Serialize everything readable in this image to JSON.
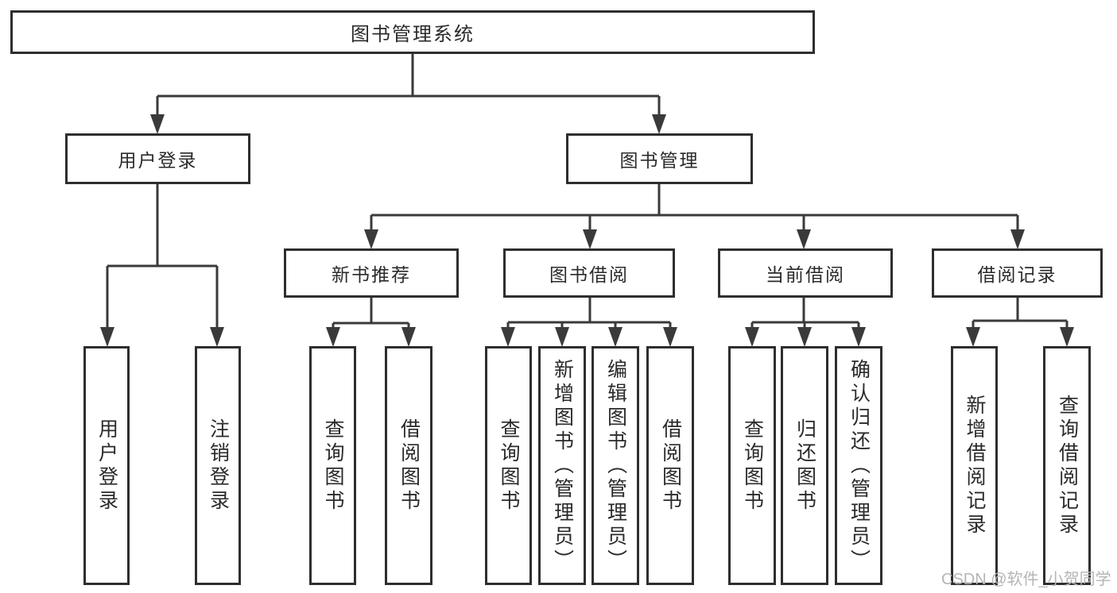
{
  "watermark": "CSDN @软件_小贺同学",
  "tree": {
    "root": {
      "label": "图书管理系统"
    },
    "user_login": {
      "label": "用户登录",
      "children": {
        "login": {
          "label": "用户登录"
        },
        "logout": {
          "label": "注销登录"
        }
      }
    },
    "book_mgmt": {
      "label": "图书管理",
      "children": {
        "new_book_rec": {
          "label": "新书推荐",
          "children": {
            "query_book": {
              "label": "查询图书"
            },
            "borrow_book": {
              "label": "借阅图书"
            }
          }
        },
        "book_borrow": {
          "label": "图书借阅",
          "children": {
            "query_book": {
              "label": "查询图书"
            },
            "add_book": {
              "label": "新增图书（管理员）"
            },
            "edit_book": {
              "label": "编辑图书（管理员）"
            },
            "borrow_book": {
              "label": "借阅图书"
            }
          }
        },
        "current_borrow": {
          "label": "当前借阅",
          "children": {
            "query_book": {
              "label": "查询图书"
            },
            "return_book": {
              "label": "归还图书"
            },
            "confirm_return": {
              "label": "确认归还（管理员）"
            }
          }
        },
        "borrow_record": {
          "label": "借阅记录",
          "children": {
            "add_record": {
              "label": "新增借阅记录"
            },
            "query_record": {
              "label": "查询借阅记录"
            }
          }
        }
      }
    }
  }
}
